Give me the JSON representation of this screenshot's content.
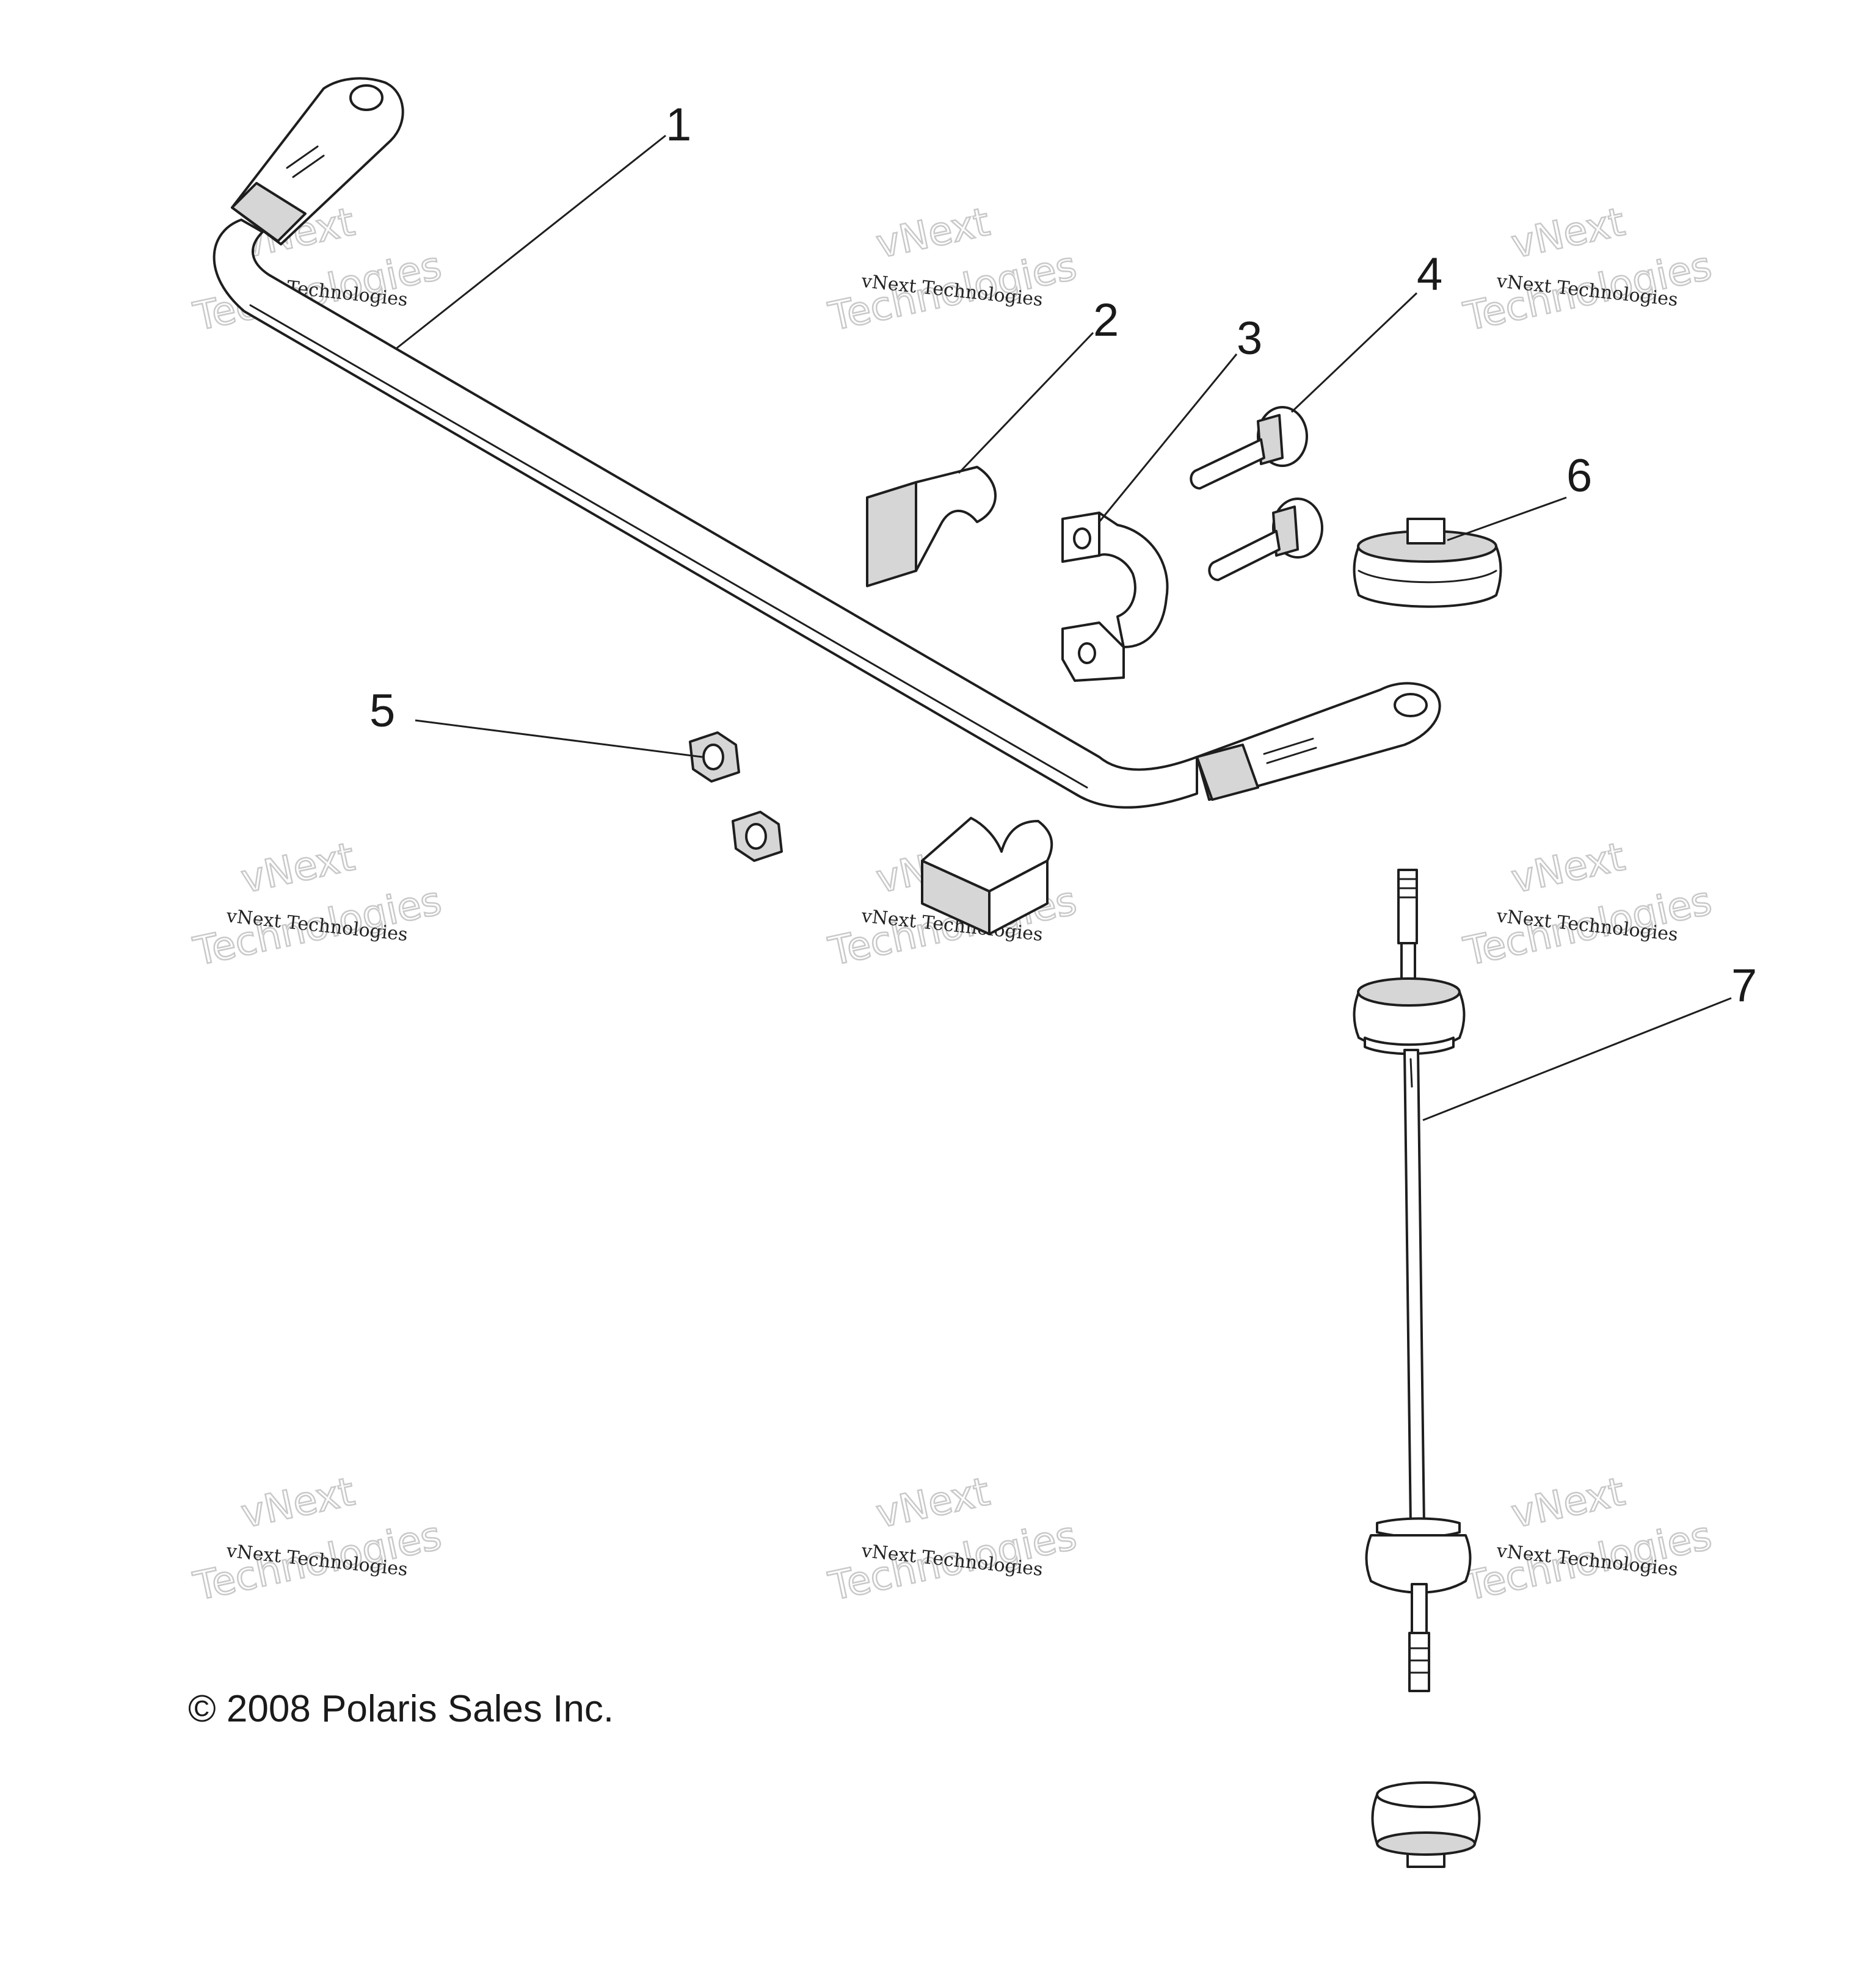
{
  "diagram": {
    "callouts": [
      {
        "id": "1",
        "label": "1"
      },
      {
        "id": "2",
        "label": "2"
      },
      {
        "id": "3",
        "label": "3"
      },
      {
        "id": "4",
        "label": "4"
      },
      {
        "id": "5",
        "label": "5"
      },
      {
        "id": "6",
        "label": "6"
      },
      {
        "id": "7",
        "label": "7"
      }
    ],
    "copyright": "© 2008 Polaris Sales Inc.",
    "watermark": {
      "line1": "vNext Technologies",
      "line2": "vNext",
      "line3": "Technologies"
    }
  }
}
